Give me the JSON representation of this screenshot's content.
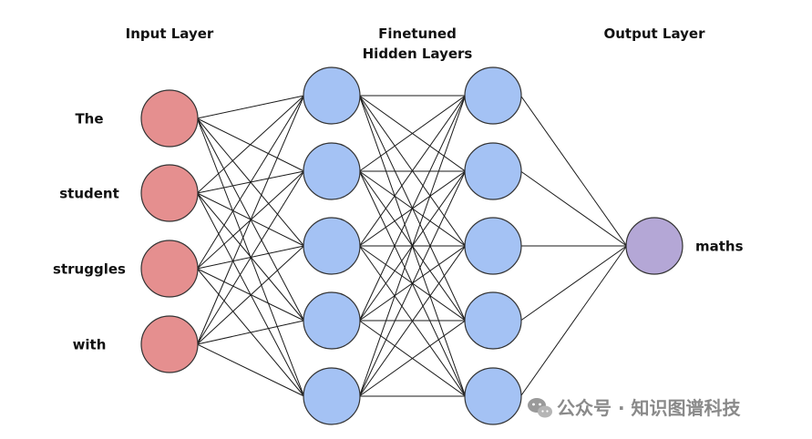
{
  "titles": {
    "input_layer": "Input Layer",
    "hidden_layers_line1": "Finetuned",
    "hidden_layers_line2": "Hidden Layers",
    "output_layer": "Output Layer"
  },
  "input_tokens": [
    "The",
    "student",
    "struggles",
    "with"
  ],
  "output_token": "maths",
  "hidden_layer_sizes": [
    5,
    5
  ],
  "colors": {
    "input_node": "#e58f8f",
    "hidden_node": "#a4c2f4",
    "output_node": "#b4a7d6",
    "edge": "#1a1a1a"
  },
  "watermark": {
    "text": "公众号 · 知识图谱科技",
    "icon": "wechat-icon"
  }
}
